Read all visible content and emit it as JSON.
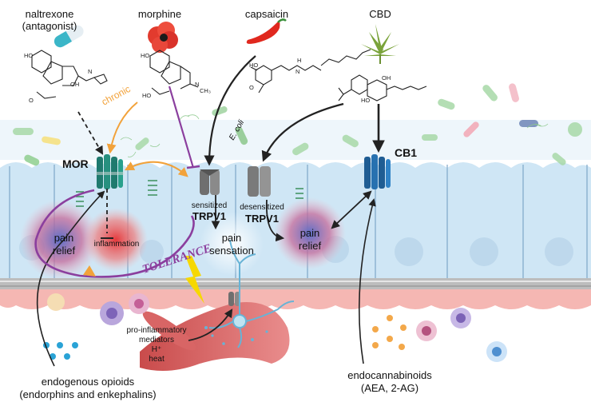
{
  "labels": {
    "naltrexone_line1": "naltrexone",
    "naltrexone_line2": "(antagonist)",
    "morphine": "morphine",
    "capsaicin": "capsaicin",
    "cbd": "CBD",
    "chronic": "chronic",
    "ecoli": "E. coli",
    "mor": "MOR",
    "cb1": "CB1",
    "sensitized": "sensitized",
    "trpv1_sensitized": "TRPV1",
    "desensitized": "desensitized",
    "trpv1_desensitized": "TRPV1",
    "pain_relief_left_1": "pain",
    "pain_relief_left_2": "relief",
    "inflammation": "inflammation",
    "tolerance": "TOLERANCE",
    "pain_sensation_1": "pain",
    "pain_sensation_2": "sensation",
    "pain_relief_right_1": "pain",
    "pain_relief_right_2": "relief",
    "pro_inflam_1": "pro-inflammatory",
    "pro_inflam_2": "mediators",
    "pro_inflam_3": "H⁺",
    "pro_inflam_4": "heat",
    "endo_opioids_1": "endogenous opioids",
    "endo_opioids_2": "(endorphins and enkephalins)",
    "endocannabinoids_1": "endocannabinoids",
    "endocannabinoids_2": "(AEA, 2-AG)"
  },
  "colors": {
    "epithelium": "#cfe6f5",
    "epithelium_edge": "#7fa7c9",
    "mor": "#1f7a6e",
    "cb1": "#1f5d93",
    "trpv1": "#707070",
    "tolerance": "#8b3f9e",
    "chronic": "#f2a23a",
    "tissue": "#f5b7b3"
  }
}
